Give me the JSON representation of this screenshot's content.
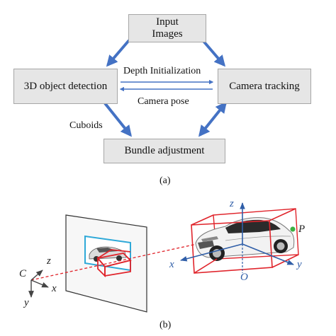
{
  "top_diagram": {
    "boxes": {
      "input": "Input\nImages",
      "detection": "3D object detection",
      "tracking": "Camera tracking",
      "bundle": "Bundle adjustment"
    },
    "edge_labels": {
      "depth_init": "Depth Initialization",
      "camera_pose": "Camera pose",
      "cuboids": "Cuboids"
    },
    "caption": "(a)"
  },
  "bottom_diagram": {
    "camera_axes": {
      "c": "C",
      "z": "z",
      "x": "x",
      "y": "y"
    },
    "object_axes": {
      "z": "z",
      "x": "x",
      "y": "y",
      "o": "O",
      "p": "P"
    },
    "caption": "(b)"
  },
  "colors": {
    "arrow_blue": "#4472c4",
    "axis_blue": "#2f5ea8",
    "box_fill": "#e6e6e6",
    "cuboid_red": "#e0242b",
    "image_border_cyan": "#2fa9d8",
    "point_green": "#3cb043"
  },
  "icons": [
    "car-image"
  ]
}
